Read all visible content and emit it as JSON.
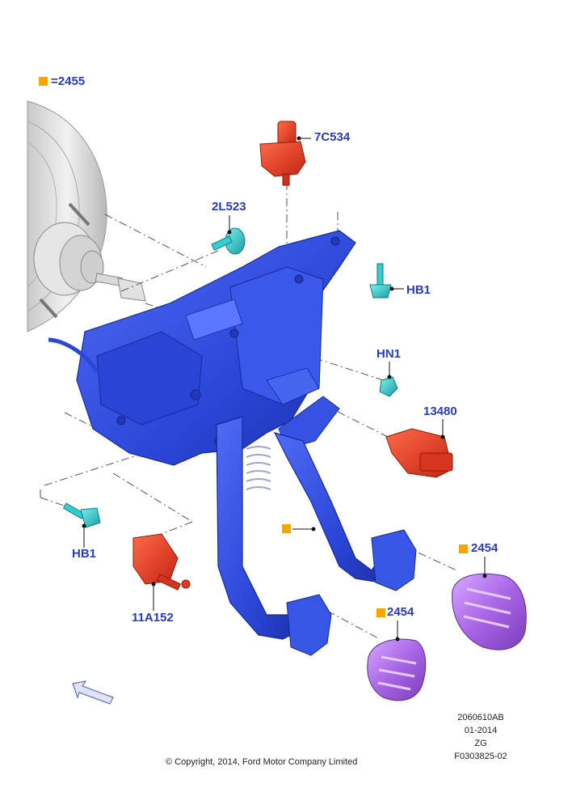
{
  "colors": {
    "label_blue": "#2a3bbf",
    "marker_orange": "#f7a600",
    "pedal_box_blue": "#2f4fe0",
    "switch_red": "#e8371f",
    "fastener_cyan": "#21c3c6",
    "pedal_pad_purple": "#a865e6",
    "booster_grey": "#d8d8d8"
  },
  "legend": {
    "equals": "=",
    "part": "2455"
  },
  "labels": {
    "switch_7c534": "7C534",
    "stud_2l523": "2L523",
    "bolt_hb1_right": "HB1",
    "nut_hn1": "HN1",
    "switch_13480": "13480",
    "pad_2454_right": "2454",
    "pad_2454_center": "2454",
    "bolt_hb1_left": "HB1",
    "switch_11a152": "11A152"
  },
  "meta": {
    "line1": "2060610AB",
    "line2": "01-2014",
    "line3": "ZG",
    "line4": "F0303825-02"
  },
  "copyright": "© Copyright, 2014, Ford Motor Company Limited",
  "icons": [
    "view-direction-arrow-icon",
    "orange-marker-icon"
  ]
}
